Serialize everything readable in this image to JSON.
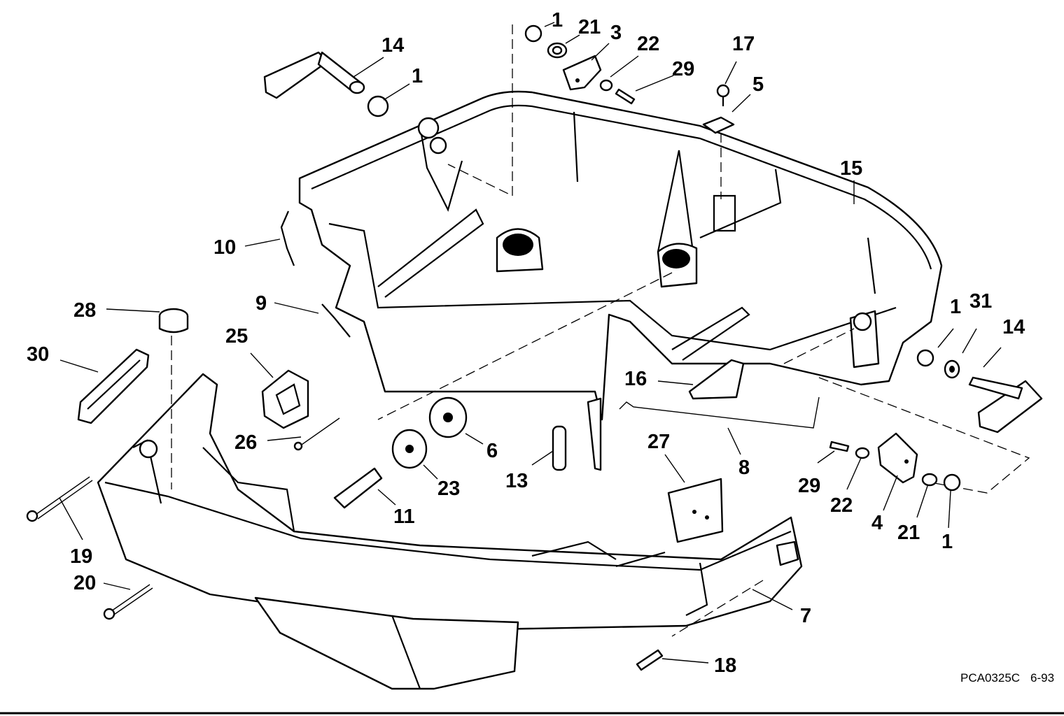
{
  "diagram": {
    "drawing_code": "PCA0325C",
    "date_code": "6-93",
    "callouts": [
      "1",
      "21",
      "3",
      "22",
      "29",
      "17",
      "5",
      "14",
      "1",
      "15",
      "10",
      "9",
      "28",
      "30",
      "25",
      "26",
      "16",
      "1",
      "31",
      "14",
      "6",
      "23",
      "13",
      "11",
      "27",
      "8",
      "29",
      "22",
      "4",
      "21",
      "1",
      "19",
      "20",
      "7",
      "18"
    ]
  }
}
